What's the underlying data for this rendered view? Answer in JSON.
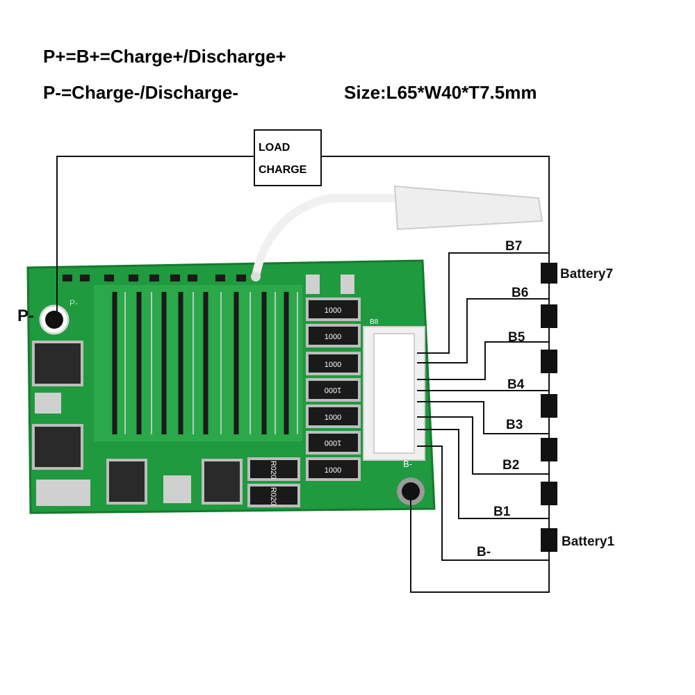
{
  "header": {
    "line1": "P+=B+=Charge+/Discharge+",
    "line2": "P-=Charge-/Discharge-",
    "size": "Size:L65*W40*T7.5mm"
  },
  "load_box": {
    "line1": "LOAD",
    "line2": "CHARGE"
  },
  "terminals": {
    "p_minus": "P-",
    "board_p": "P-",
    "board_b": "B-",
    "board_b8": "B8"
  },
  "taps": [
    "B7",
    "B6",
    "B5",
    "B4",
    "B3",
    "B2",
    "B1",
    "B-"
  ],
  "batteries": {
    "top": "Battery7",
    "bottom": "Battery1"
  },
  "resistors": [
    "1000",
    "1000",
    "1000",
    "1000",
    "1000",
    "1000",
    "1000"
  ],
  "small_resistors": [
    "R020",
    "R020"
  ],
  "colors": {
    "pcb": "#1f9a3e",
    "pcb_edge": "#157a2e",
    "wire": "#111111",
    "battery": "#111111"
  }
}
